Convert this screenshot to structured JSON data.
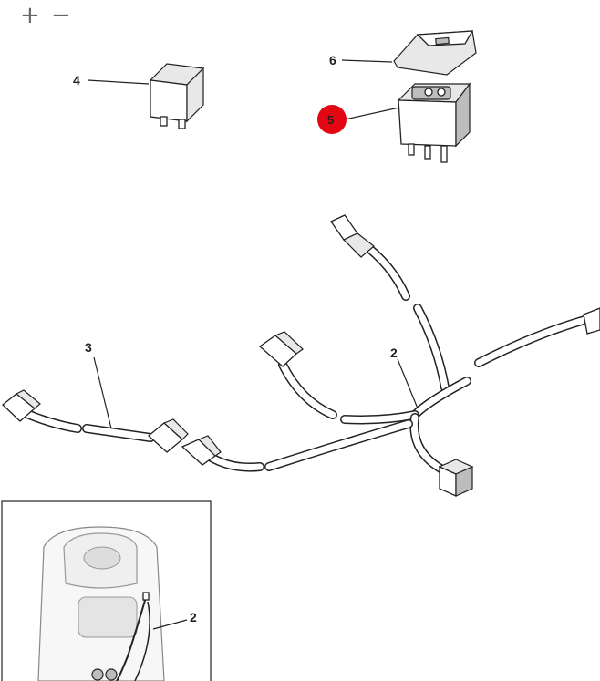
{
  "toolbar": {
    "zoom_in": "+",
    "zoom_out": "−"
  },
  "callouts": {
    "relay": "4",
    "switch": "5",
    "switch_cover": "6",
    "harness_main": "2",
    "harness_secondary": "3",
    "inset_harness": "2"
  },
  "colors": {
    "highlight": "#e30613",
    "line": "#222222"
  },
  "icons": {
    "zoom_in": "plus-icon",
    "zoom_out": "minus-icon"
  }
}
